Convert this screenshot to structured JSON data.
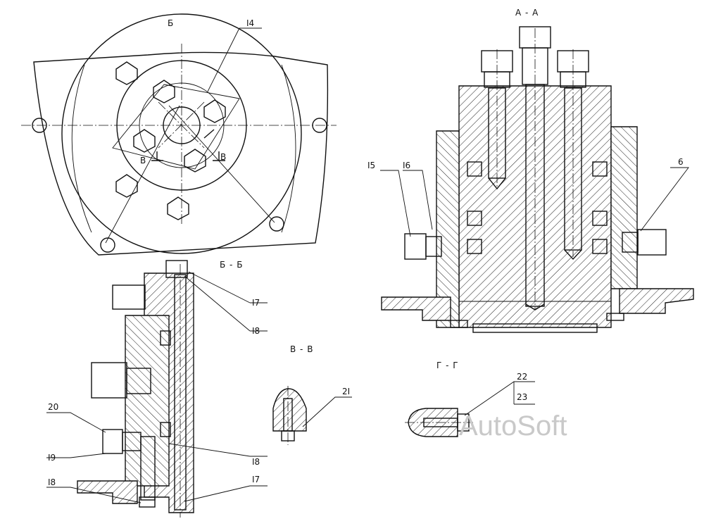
{
  "views": {
    "plan": "Б",
    "section_aa": "А - А",
    "section_bb": "Б - Б",
    "section_vv": "В - В",
    "section_gg": "Г - Г",
    "cut_mark_left": "В",
    "cut_mark_right": "В"
  },
  "callouts": {
    "c14": "I4",
    "c15": "I5",
    "c16": "I6",
    "c6": "6",
    "c17a": "I7",
    "c18a": "I8",
    "c21": "2I",
    "c20": "20",
    "c19": "I9",
    "c18b": "I8",
    "c18c": "I8",
    "c17b": "I7",
    "c22": "22",
    "c23": "23"
  },
  "watermark": "AutoSoft"
}
